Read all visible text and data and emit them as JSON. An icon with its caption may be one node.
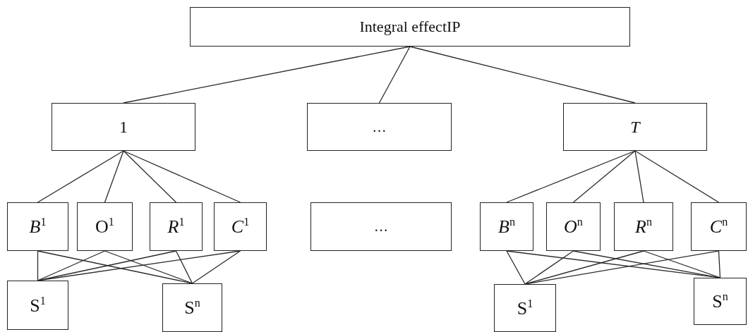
{
  "diagram": {
    "nodes": [
      {
        "text": [
          "Integral effectIP"
        ]
      },
      {
        "text": [
          "1"
        ]
      },
      {
        "text": [
          "…"
        ]
      },
      {
        "text": [
          "T"
        ]
      },
      {
        "text": [
          "*B*$^{1}$"
        ]
      },
      {
        "text": [
          "O$^{1}$"
        ]
      },
      {
        "text": [
          "*R*$^{1}$"
        ]
      },
      {
        "text": [
          "*C*$^{1}$"
        ]
      },
      {
        "text": [
          "…"
        ]
      },
      {
        "text": [
          "*B*$^{n}$"
        ]
      },
      {
        "text": [
          "*O*$^{n}$"
        ]
      },
      {
        "text": [
          "*R*$^{n}$"
        ]
      },
      {
        "text": [
          "*C*$^{n}$"
        ]
      },
      {
        "text": [
          "S$^{1}$"
        ]
      },
      {
        "text": [
          "S$^{n}$"
        ]
      },
      {
        "text": [
          "S$^{1}$"
        ]
      },
      {
        "text": [
          "S$^{n}$"
        ]
      }
    ],
    "edges": [
      {
        "from": 0,
        "to": 1,
        "arrow": "none"
      },
      {
        "from": 0,
        "to": 2,
        "arrow": "none"
      },
      {
        "from": 0,
        "to": 3,
        "arrow": "none"
      },
      {
        "from": 1,
        "to": 4,
        "arrow": "none"
      },
      {
        "from": 1,
        "to": 5,
        "arrow": "none"
      },
      {
        "from": 1,
        "to": 6,
        "arrow": "none"
      },
      {
        "from": 1,
        "to": 7,
        "arrow": "none"
      },
      {
        "from": 3,
        "to": 9,
        "arrow": "none"
      },
      {
        "from": 3,
        "to": 10,
        "arrow": "none"
      },
      {
        "from": 3,
        "to": 11,
        "arrow": "none"
      },
      {
        "from": 3,
        "to": 12,
        "arrow": "none"
      },
      {
        "from": 4,
        "to": 13,
        "arrow": "none"
      },
      {
        "from": 4,
        "to": 14,
        "arrow": "none"
      },
      {
        "from": 5,
        "to": 13,
        "arrow": "none"
      },
      {
        "from": 5,
        "to": 14,
        "arrow": "none"
      },
      {
        "from": 6,
        "to": 13,
        "arrow": "none"
      },
      {
        "from": 6,
        "to": 14,
        "arrow": "none"
      },
      {
        "from": 7,
        "to": 13,
        "arrow": "none"
      },
      {
        "from": 7,
        "to": 14,
        "arrow": "none"
      },
      {
        "from": 9,
        "to": 15,
        "arrow": "none"
      },
      {
        "from": 9,
        "to": 16,
        "arrow": "none"
      },
      {
        "from": 10,
        "to": 15,
        "arrow": "none"
      },
      {
        "from": 10,
        "to": 16,
        "arrow": "none"
      },
      {
        "from": 11,
        "to": 15,
        "arrow": "none"
      },
      {
        "from": 11,
        "to": 16,
        "arrow": "none"
      },
      {
        "from": 12,
        "to": 15,
        "arrow": "none"
      },
      {
        "from": 12,
        "to": 16,
        "arrow": "none"
      }
    ]
  }
}
